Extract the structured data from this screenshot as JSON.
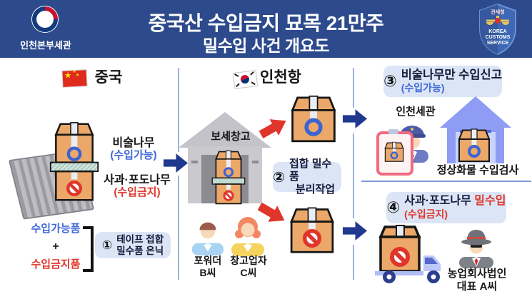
{
  "colors": {
    "header_bg": "#2C4A8C",
    "arrow_navy": "#20398F",
    "arrow_red": "#E0352B",
    "allowed_blue": "#3D68D8",
    "banned_red": "#E0352B",
    "badge_bg": "#DBE5F6",
    "divider": "#9FB2DC"
  },
  "header": {
    "org": "인천본부세관",
    "title_line1": "중국산 수입금지 묘목 21만주",
    "title_line2": "밀수입 사건 개요도",
    "shield": {
      "agency": "관세청",
      "en_line1": "KOREA",
      "en_line2": "CUSTOMS",
      "en_line3": "SERVICE"
    }
  },
  "china": {
    "label": "중국",
    "allowed_item": "비술나무",
    "allowed_note": "(수입가능)",
    "banned_item": "사과·포도나무",
    "banned_note": "(수입금지)",
    "combo_allowed": "수입가능품",
    "combo_plus": "+",
    "combo_banned": "수입금지품",
    "step1_num": "①",
    "step1_line1": "테이프 접합",
    "step1_line2": "밀수품 은닉"
  },
  "port": {
    "label": "인천항",
    "warehouse": "보세창고",
    "step2_num": "②",
    "step2_line1": "접합 밀수품",
    "step2_line2": "분리작업",
    "person_b_line1": "포워더",
    "person_b_line2": "B씨",
    "person_c_line1": "창고업자",
    "person_c_line2": "C씨"
  },
  "declare": {
    "step3_num": "③",
    "step3_title": "비술나무만 수입신고",
    "step3_note": "(수입가능)",
    "customs": "인천세관",
    "inspection": "정상화물 수입검사"
  },
  "smuggle": {
    "step4_num": "④",
    "step4_title_black": "사과·포도나무",
    "step4_title_red": "밀수입",
    "step4_note": "(수입금지)",
    "person_a_line1": "농업회사법인",
    "person_a_line2": "대표 A씨"
  }
}
